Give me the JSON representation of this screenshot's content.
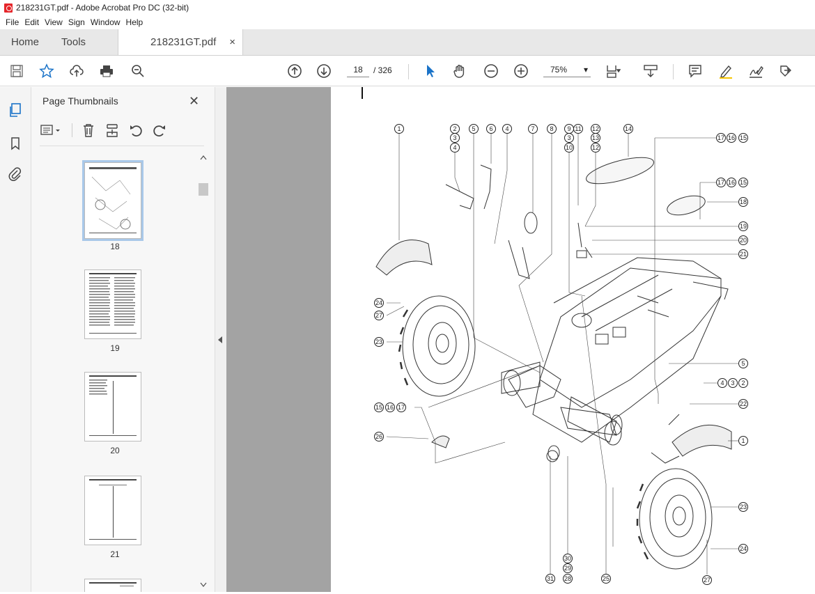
{
  "window": {
    "title": "218231GT.pdf - Adobe Acrobat Pro DC (32-bit)"
  },
  "menu": [
    "File",
    "Edit",
    "View",
    "Sign",
    "Window",
    "Help"
  ],
  "tabs": {
    "home": "Home",
    "tools": "Tools",
    "document": "218231GT.pdf",
    "close": "×"
  },
  "toolbar": {
    "current_page": "18",
    "page_total": "/ 326",
    "zoom": "75%",
    "zoom_caret": "▾"
  },
  "panel": {
    "title": "Page Thumbnails",
    "close": "✕",
    "thumbnails": [
      {
        "label": "18",
        "selected": true
      },
      {
        "label": "19",
        "selected": false
      },
      {
        "label": "20",
        "selected": false
      },
      {
        "label": "21",
        "selected": false
      }
    ]
  },
  "diagram": {
    "callouts_top": [
      "1",
      "2",
      "3",
      "4",
      "5",
      "6",
      "4",
      "7",
      "8",
      "9",
      "3",
      "10",
      "11",
      "12",
      "13",
      "12",
      "14"
    ],
    "callouts_right": [
      "17",
      "16",
      "15",
      "17",
      "16",
      "15",
      "18",
      "19",
      "20",
      "21",
      "5",
      "4",
      "3",
      "2",
      "22",
      "1",
      "23",
      "24",
      "27"
    ],
    "callouts_left": [
      "24",
      "27",
      "23",
      "15",
      "16",
      "17",
      "26"
    ],
    "callouts_bottom": [
      "30",
      "29",
      "28",
      "31",
      "25"
    ]
  }
}
